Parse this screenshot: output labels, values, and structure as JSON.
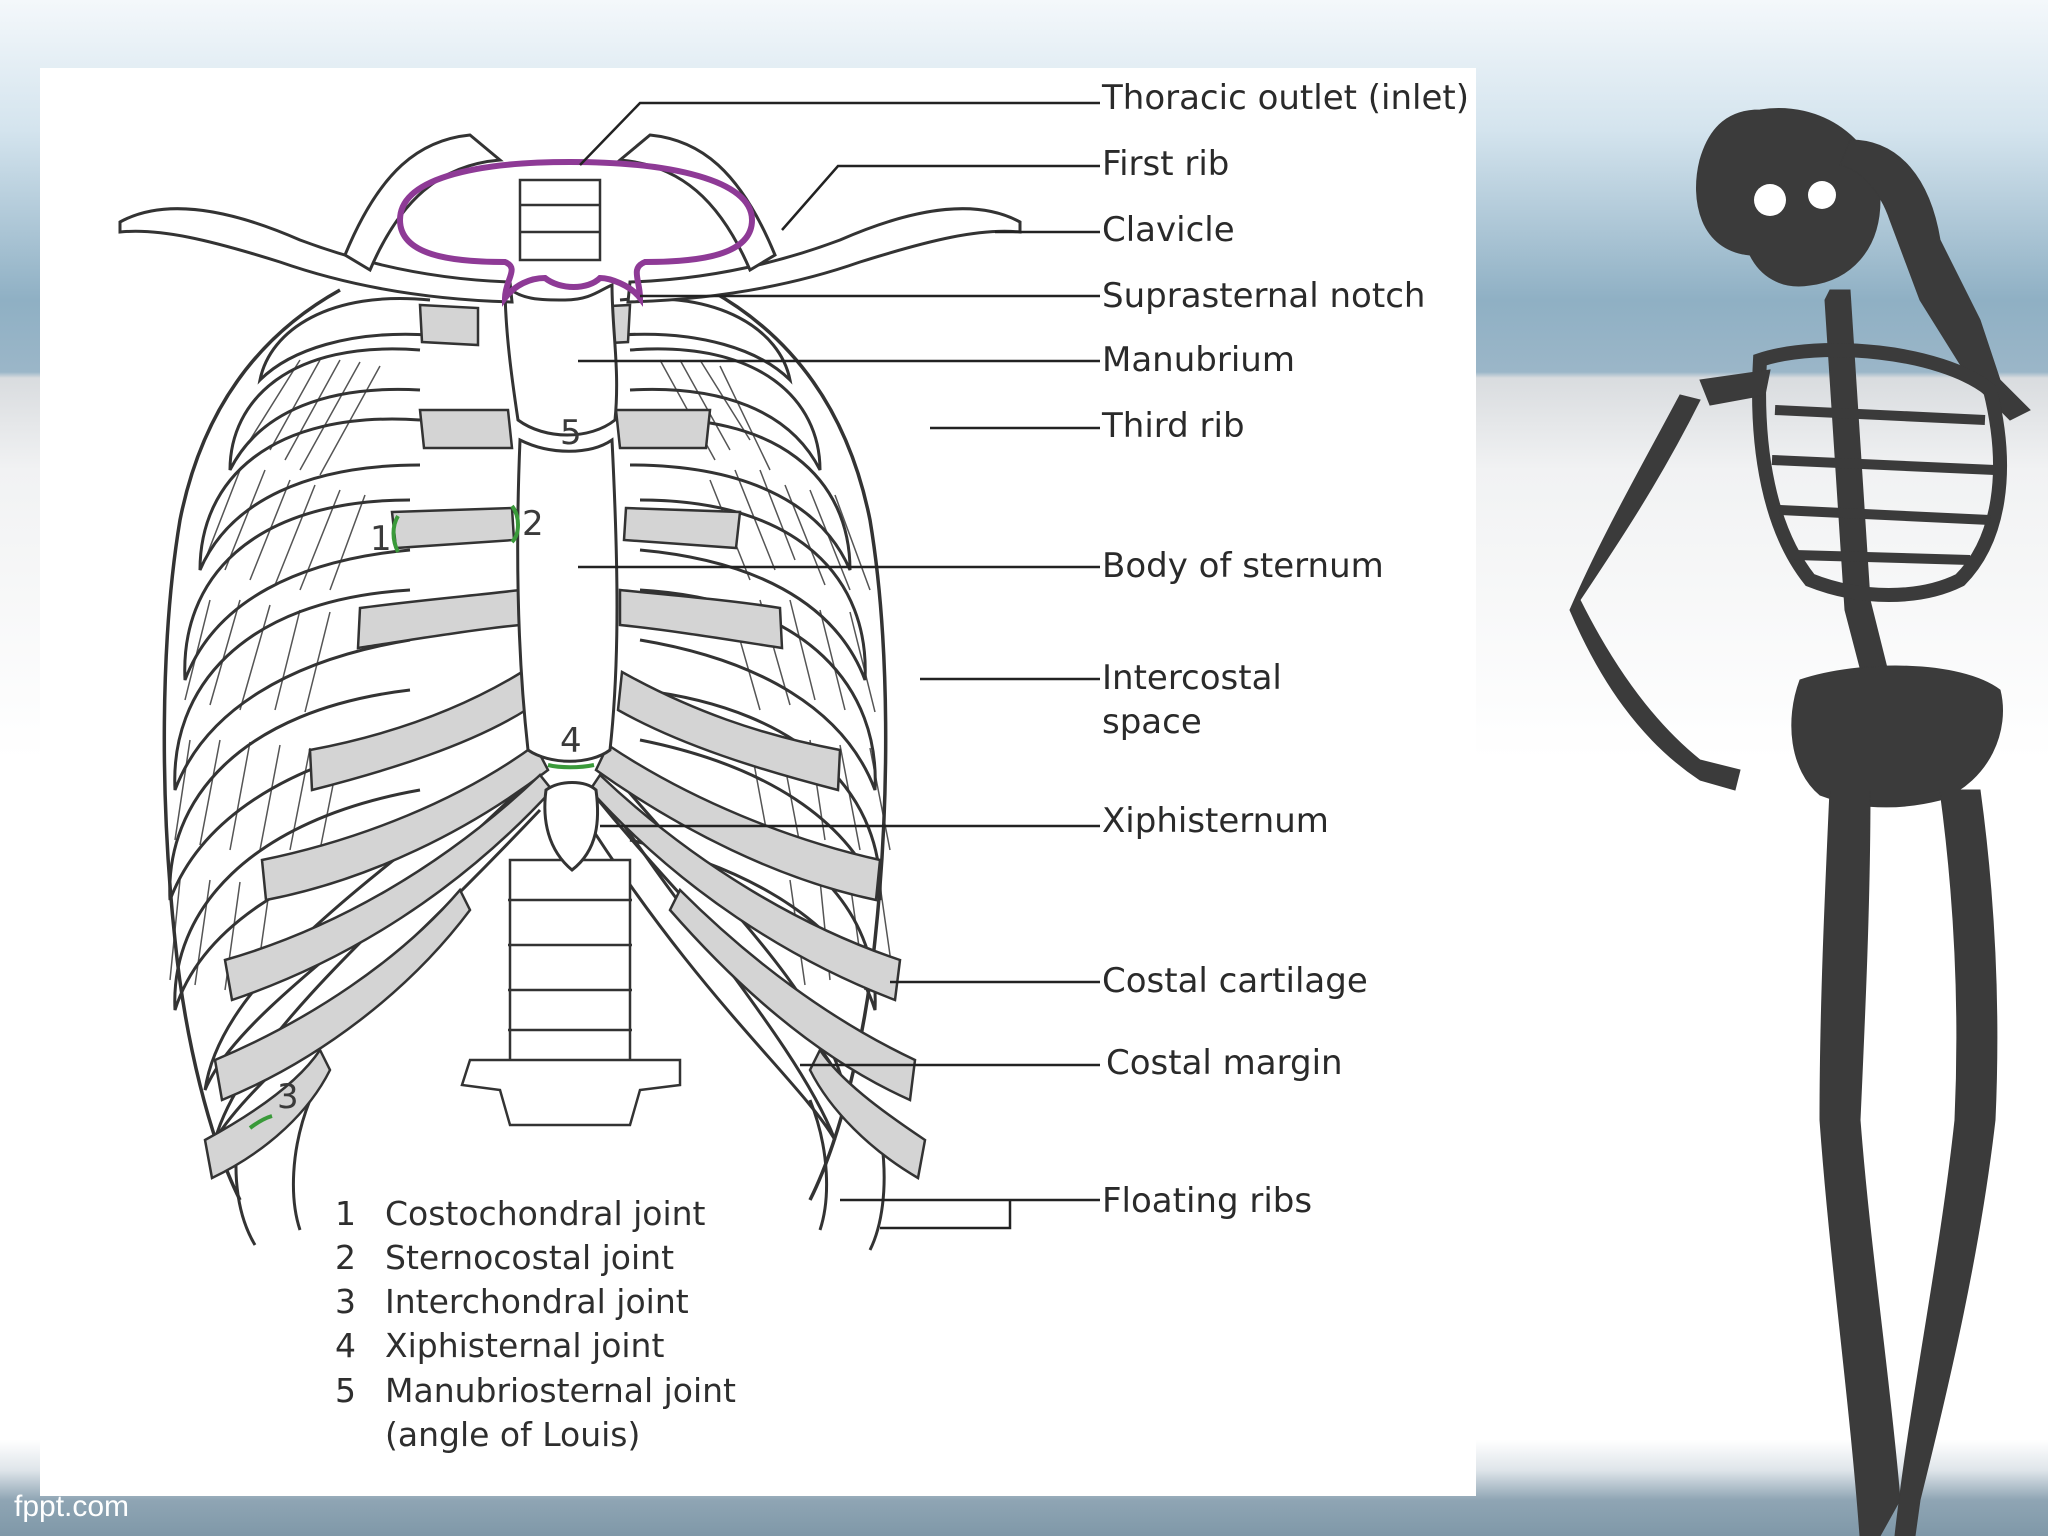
{
  "labels": {
    "thoracic_outlet": "Thoracic outlet (inlet)",
    "first_rib": "First rib",
    "clavicle": "Clavicle",
    "suprasternal_notch": "Suprasternal notch",
    "manubrium": "Manubrium",
    "third_rib": "Third rib",
    "body_of_sternum": "Body of sternum",
    "intercostal_space_1": "Intercostal",
    "intercostal_space_2": "space",
    "xiphisternum": "Xiphisternum",
    "costal_cartilage": "Costal cartilage",
    "costal_margin": "Costal margin",
    "floating_ribs": "Floating ribs"
  },
  "joint_markers": {
    "m1": "1",
    "m2": "2",
    "m3": "3",
    "m4": "4",
    "m5": "5"
  },
  "legend": [
    {
      "num": "1",
      "text": "Costochondral joint"
    },
    {
      "num": "2",
      "text": "Sternocostal joint"
    },
    {
      "num": "3",
      "text": "Interchondral joint"
    },
    {
      "num": "4",
      "text": "Xiphisternal joint"
    },
    {
      "num": "5",
      "text": "Manubriosternal joint"
    },
    {
      "num": "",
      "text": "(angle of Louis)"
    }
  ],
  "watermark": "fppt.com",
  "colors": {
    "outlet_ring": "#8e3a96",
    "joint_marks": "#3a9a3a",
    "cartilage": "#d4d4d4",
    "skeleton": "#3b3b3b"
  }
}
